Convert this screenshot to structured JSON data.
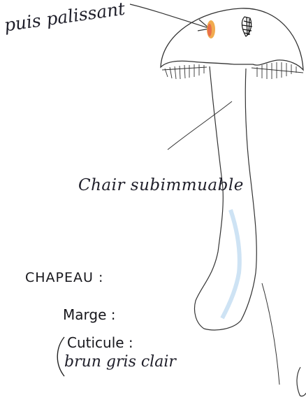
{
  "handwritten": {
    "top_note": "puis palissant",
    "flesh_note": "Chair subimmuable",
    "cuticle_color_note": "brun gris clair"
  },
  "labels": {
    "cap": "CHAPEAU :",
    "margin": "Marge :",
    "cuticle": "Cuticule :"
  },
  "colors": {
    "ink": "#1f1f2a",
    "cap_orange": "#f0a23c",
    "cap_red": "#e6554a",
    "stem_blue": "#b9d7ef"
  }
}
